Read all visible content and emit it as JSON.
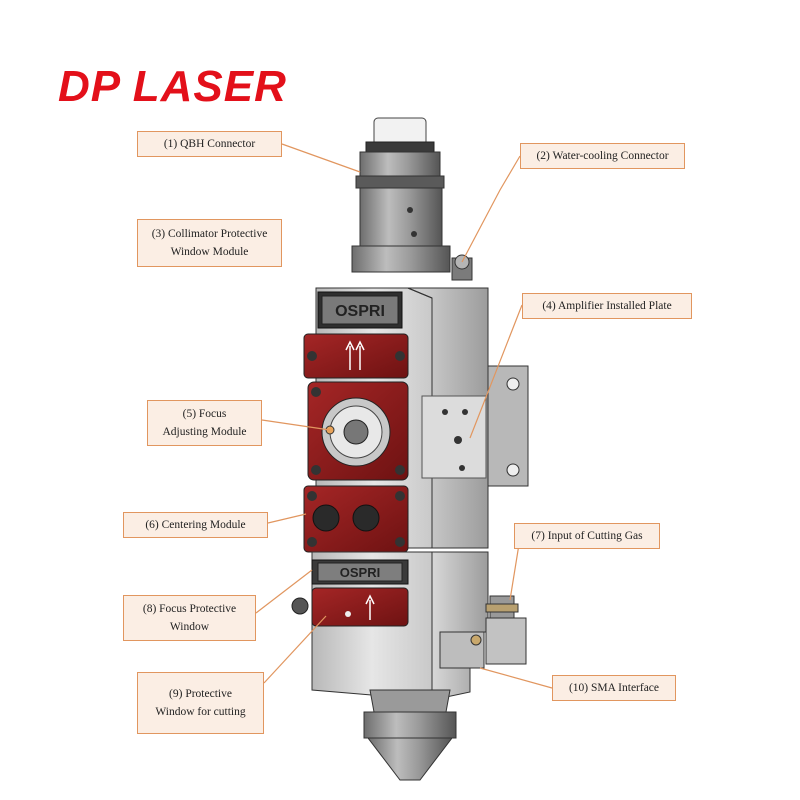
{
  "brand": {
    "logo_text": "DP LASER",
    "color": "#e3101a"
  },
  "device": {
    "brand_plate_top": "OSPRI",
    "brand_plate_bottom": "OSPRI",
    "body_color": "#d4d4d4",
    "panel_color": "#8e1c1c"
  },
  "callouts": [
    {
      "id": "1",
      "text": "(1)  QBH Connector"
    },
    {
      "id": "2",
      "text": "(2) Water-cooling Connector"
    },
    {
      "id": "3",
      "text": "(3) Collimator Protective\nWindow Module"
    },
    {
      "id": "4",
      "text": "(4) Amplifier Installed Plate"
    },
    {
      "id": "5",
      "text": "(5) Focus\nAdjusting Module"
    },
    {
      "id": "6",
      "text": "(6) Centering Module"
    },
    {
      "id": "7",
      "text": "(7) Input of Cutting Gas"
    },
    {
      "id": "8",
      "text": "(8) Focus Protective\nWindow"
    },
    {
      "id": "9",
      "text": "(9) Protective\nWindow for cutting"
    },
    {
      "id": "10",
      "text": "(10) SMA Interface"
    }
  ],
  "colors": {
    "label_fill": "#fbeee4",
    "label_border": "#e1965f",
    "leader_line": "#e1965f"
  }
}
